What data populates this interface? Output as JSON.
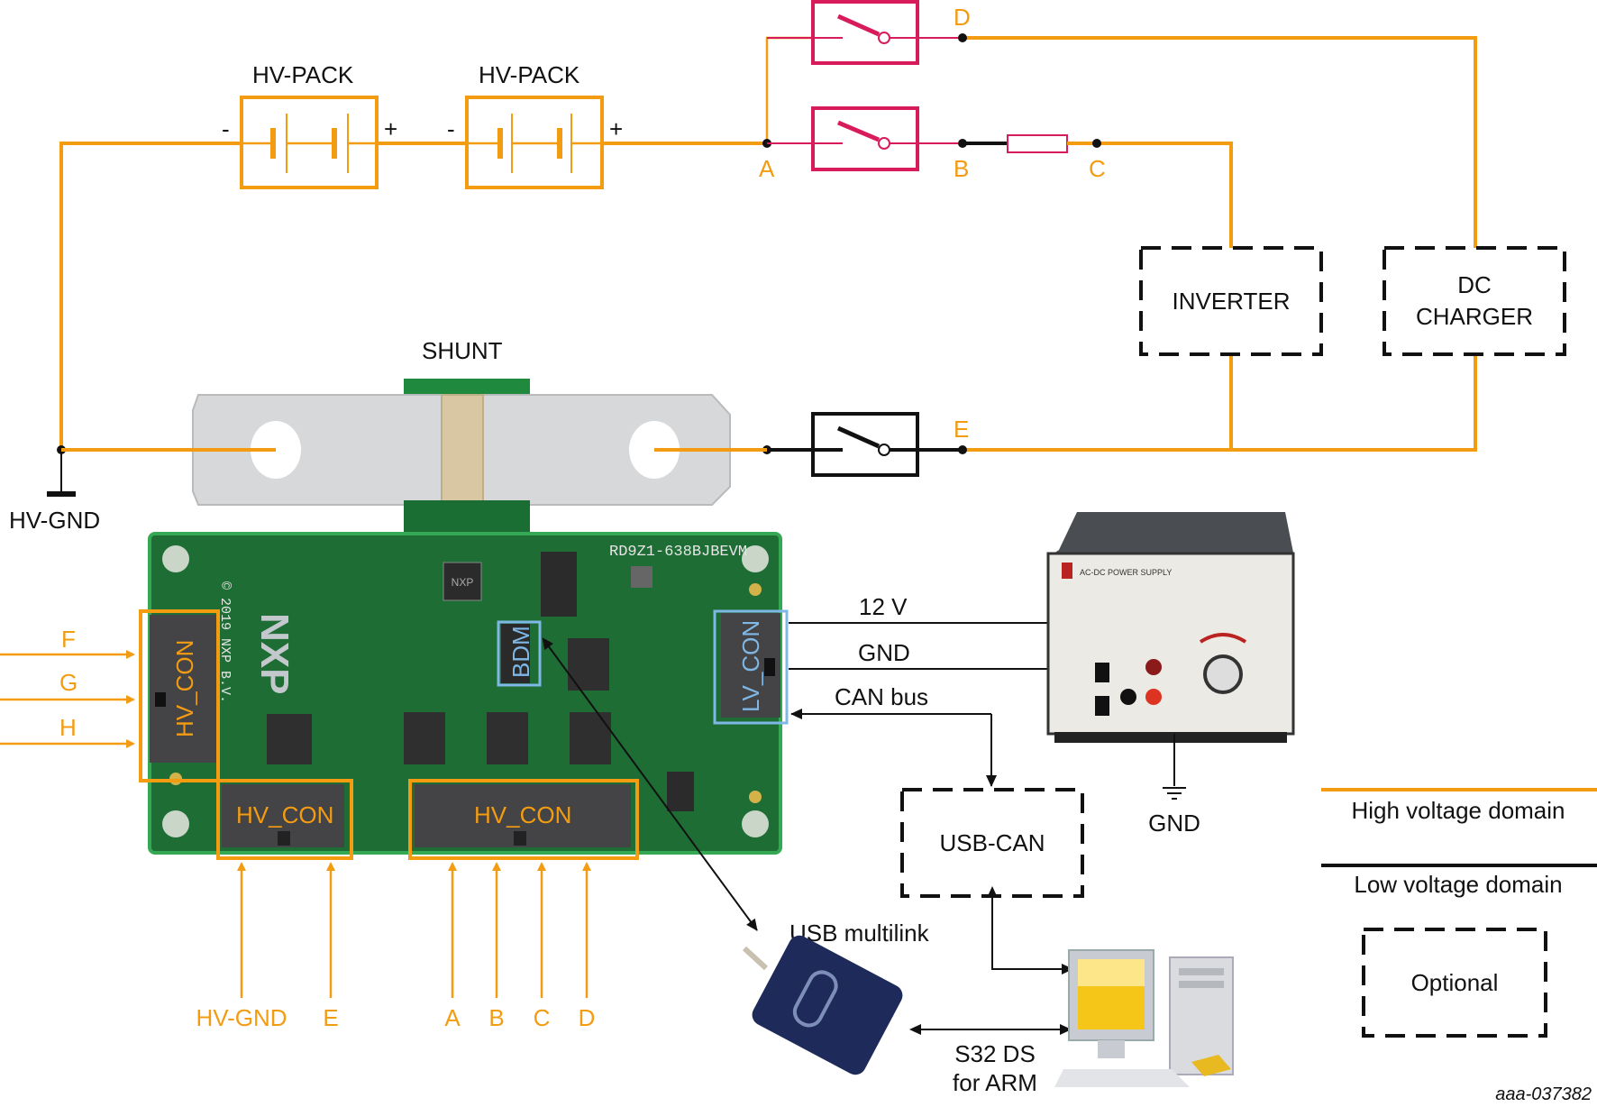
{
  "figure_id": "aaa-037382",
  "colors": {
    "high_voltage": "#f39c12",
    "low_voltage": "#111111",
    "relay": "#d81b5a",
    "connector_highlight_lv": "#7fb8e6",
    "pcb_green": "#1f7a3a"
  },
  "battery_packs": [
    {
      "label": "HV-PACK",
      "minus": "-",
      "plus": "+"
    },
    {
      "label": "HV-PACK",
      "minus": "-",
      "plus": "+"
    }
  ],
  "nodes": {
    "a": "A",
    "b": "B",
    "c": "C",
    "d": "D",
    "e": "E"
  },
  "optional_blocks": {
    "inverter": "INVERTER",
    "dc_charger_line1": "DC",
    "dc_charger_line2": "CHARGER",
    "usb_can": "USB-CAN"
  },
  "shunt": {
    "label": "SHUNT"
  },
  "hv_gnd_label": "HV-GND",
  "pcb": {
    "board_id": "RD9Z1-638BJBEVM",
    "logo": "NXP",
    "copyright": "© 2019 NXP B.V.",
    "connectors": {
      "hv_con_left": "HV_CON",
      "hv_con_bottom_small": "HV_CON",
      "hv_con_bottom_large": "HV_CON",
      "lv_con": "LV_CON",
      "bdm": "BDM"
    }
  },
  "left_inputs": [
    "F",
    "G",
    "H"
  ],
  "bottom_inputs": {
    "small": [
      "HV-GND",
      "E"
    ],
    "large": [
      "A",
      "B",
      "C",
      "D"
    ]
  },
  "lv_signals": {
    "v12": "12 V",
    "gnd": "GND",
    "can": "CAN bus"
  },
  "power_supply": {
    "label": "AC-DC POWER SUPPLY",
    "ground_label": "GND"
  },
  "debugger": {
    "label": "USB multilink",
    "link_line1": "S32 DS",
    "link_line2": "for ARM"
  },
  "legend": {
    "high_voltage": "High voltage domain",
    "low_voltage": "Low voltage domain",
    "optional": "Optional"
  }
}
